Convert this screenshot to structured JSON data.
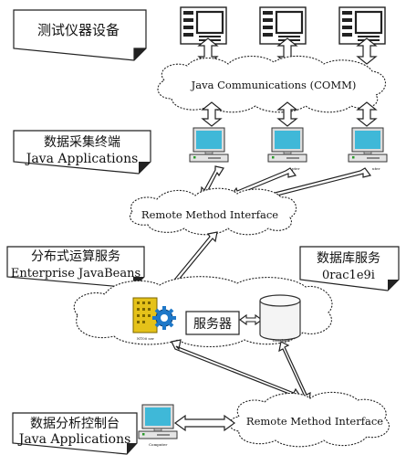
{
  "labels": {
    "instruments": "测试仪器设备",
    "comm": "Java Communications (COMM)",
    "terminal_cn": "数据采集终端",
    "terminal_en": "Java Applications",
    "rmi_top": "Remote Method Interface",
    "ejb_cn": "分布式运算服务",
    "ejb_en": "Enterprise JavaBeans",
    "db_cn": "数据库服务",
    "db_en": "0rac1e9i",
    "server_box": "服务器",
    "server_caption": "NT00 ser",
    "db_caption": "Database",
    "console_cn": "数据分析控制台",
    "console_en": "Java Applications",
    "rmi_bottom": "Remote Method Interface",
    "computer_caption": "Computer",
    "pc_caption_1": "ner",
    "pc_caption_2": "pter",
    "pc_caption_3": "uter"
  },
  "colors": {
    "line": "#222222",
    "screen": "#3fb8d8",
    "server": "#e5c21a",
    "gear": "#1e78c8"
  },
  "icons": {
    "instrument": "instrument-rack-icon",
    "computer": "desktop-computer-icon",
    "server": "server-gear-icon",
    "database": "database-cylinder-icon",
    "cloud": "cloud-icon"
  }
}
